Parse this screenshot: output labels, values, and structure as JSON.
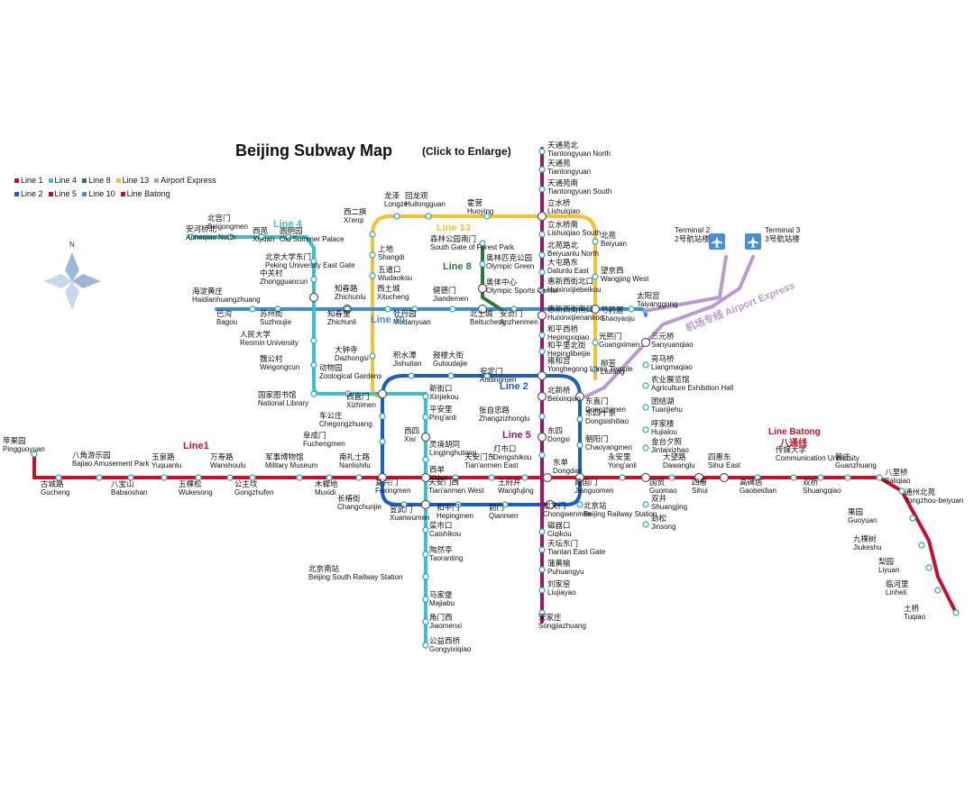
{
  "title": "Beijing Subway Map",
  "enlarge": "(Click to Enlarge)",
  "colors": {
    "line1": "#c8102e",
    "line2": "#1a5fc6",
    "line4": "#3bc1c7",
    "line5": "#a3136e",
    "line8": "#2b7a3a",
    "line10": "#3b8fe0",
    "line13": "#f2c230",
    "airport": "#b89ad3",
    "batong": "#c8102e"
  },
  "legend": {
    "row1": [
      {
        "label": "Line 1",
        "color": "#c8102e"
      },
      {
        "label": "Line 4",
        "color": "#3bc1c7"
      },
      {
        "label": "Line 8",
        "color": "#2b7a3a"
      },
      {
        "label": "Line 13",
        "color": "#f2c230"
      },
      {
        "label": "Airport Express",
        "color": "#b89ad3"
      }
    ],
    "row2": [
      {
        "label": "Line 2",
        "color": "#1a5fc6"
      },
      {
        "label": "Line 5",
        "color": "#a3136e"
      },
      {
        "label": "Line 10",
        "color": "#3b8fe0"
      },
      {
        "label": "Line Batong",
        "color": "#c8102e"
      }
    ]
  },
  "line_labels": [
    {
      "id": "l4",
      "text": "Line 4",
      "color": "#3bc1c7"
    },
    {
      "id": "l13",
      "text": "Line 13",
      "color": "#f2c230"
    },
    {
      "id": "l8",
      "text": "Line 8",
      "color": "#2b7a3a"
    },
    {
      "id": "l10",
      "text": "Line 10",
      "color": "#3b8fe0"
    },
    {
      "id": "l2",
      "text": "Line 2",
      "color": "#1a5fc6"
    },
    {
      "id": "l5",
      "text": "Line 5",
      "color": "#a3136e"
    },
    {
      "id": "l1",
      "text": "Line1",
      "color": "#c8102e"
    },
    {
      "id": "lb",
      "text": "Line Batong",
      "color": "#c8102e"
    },
    {
      "id": "lbz",
      "text": "八通线",
      "color": "#c8102e"
    },
    {
      "id": "lae",
      "text": "机场专线  Airport Express",
      "color": "#b89ad3"
    }
  ],
  "compass": "N",
  "terminals": [
    {
      "en": "Terminal 2",
      "zh": "2号航站楼"
    },
    {
      "en": "Terminal 3",
      "zh": "3号航站楼"
    }
  ],
  "stations": [
    {
      "en": "Pingguoyuan",
      "zh": "苹果园"
    },
    {
      "en": "Gucheng",
      "zh": "古城路"
    },
    {
      "en": "Bajiao Amusement Park",
      "zh": "八角游乐园"
    },
    {
      "en": "Babaoshan",
      "zh": "八宝山"
    },
    {
      "en": "Yuquanlu",
      "zh": "玉泉路"
    },
    {
      "en": "Wukesong",
      "zh": "五棵松"
    },
    {
      "en": "Wanshoulu",
      "zh": "万寿路"
    },
    {
      "en": "Gongzhufen",
      "zh": "公主坟"
    },
    {
      "en": "Military Museum",
      "zh": "军事博物馆"
    },
    {
      "en": "Muxidi",
      "zh": "木樨地"
    },
    {
      "en": "Nanlishilu",
      "zh": "南礼士路"
    },
    {
      "en": "Fuxingmen",
      "zh": "复兴门"
    },
    {
      "en": "Xidan",
      "zh": "西单"
    },
    {
      "en": "Tian'anmen West",
      "zh": "天安门西"
    },
    {
      "en": "Tian'anmen East",
      "zh": "天安门东"
    },
    {
      "en": "Wangfujing",
      "zh": "王府井"
    },
    {
      "en": "Dongdan",
      "zh": "东单"
    },
    {
      "en": "Jianguomen",
      "zh": "建国门"
    },
    {
      "en": "Yong'anli",
      "zh": "永安里"
    },
    {
      "en": "Guomao",
      "zh": "国贸"
    },
    {
      "en": "Dawanglu",
      "zh": "大望路"
    },
    {
      "en": "Sihui",
      "zh": "四惠"
    },
    {
      "en": "Sihui East",
      "zh": "四惠东"
    },
    {
      "en": "Gaobeidian",
      "zh": "高碑店"
    },
    {
      "en": "Communication University",
      "zh": "传媒大学"
    },
    {
      "en": "Shuangqiao",
      "zh": "双桥"
    },
    {
      "en": "Guanzhuang",
      "zh": "管庄"
    },
    {
      "en": "Baliqiao",
      "zh": "八里桥"
    },
    {
      "en": "Tongzhou-beiyuan",
      "zh": "通州北苑"
    },
    {
      "en": "Guoyuan",
      "zh": "果园"
    },
    {
      "en": "Jiukeshu",
      "zh": "九棵树"
    },
    {
      "en": "Liyuan",
      "zh": "梨园"
    },
    {
      "en": "Linheli",
      "zh": "临河里"
    },
    {
      "en": "Tuqiao",
      "zh": "土桥"
    },
    {
      "en": "Anheqiao North",
      "zh": "安河桥北"
    },
    {
      "en": "Beigongmen",
      "zh": "北宫门"
    },
    {
      "en": "Xiyuan",
      "zh": "西苑"
    },
    {
      "en": "Old Summer Palace",
      "zh": "圆明园"
    },
    {
      "en": "Peking University East Gate",
      "zh": "北京大学东门"
    },
    {
      "en": "Zhongguancun",
      "zh": "中关村"
    },
    {
      "en": "Haidianhuangzhuang",
      "zh": "海淀黄庄"
    },
    {
      "en": "Renmin University",
      "zh": "人民大学"
    },
    {
      "en": "Weigongcun",
      "zh": "魏公村"
    },
    {
      "en": "National Library",
      "zh": "国家图书馆"
    },
    {
      "en": "Zoological Gardens",
      "zh": "动物园"
    },
    {
      "en": "Xizhimen",
      "zh": "西直门"
    },
    {
      "en": "Chegongzhuang",
      "zh": "车公庄"
    },
    {
      "en": "Fuchengmen",
      "zh": "阜成门"
    },
    {
      "en": "Xinjiekou",
      "zh": "新街口"
    },
    {
      "en": "Ping'anli",
      "zh": "平安里"
    },
    {
      "en": "Xisi",
      "zh": "西四"
    },
    {
      "en": "Lingjinghutong",
      "zh": "灵境胡同"
    },
    {
      "en": "Xuanwumen",
      "zh": "宣武门"
    },
    {
      "en": "Caishikou",
      "zh": "菜市口"
    },
    {
      "en": "Taoranting",
      "zh": "陶然亭"
    },
    {
      "en": "Beijing South Railway Station",
      "zh": "北京南站"
    },
    {
      "en": "Majiabu",
      "zh": "马家堡"
    },
    {
      "en": "Jiaomenxi",
      "zh": "角门西"
    },
    {
      "en": "Gongyixiqiao",
      "zh": "公益西桥"
    },
    {
      "en": "Changchunjie",
      "zh": "长椿街"
    },
    {
      "en": "Hepingmen",
      "zh": "和平门"
    },
    {
      "en": "Qianmen",
      "zh": "前门"
    },
    {
      "en": "Chongwenmen",
      "zh": "崇文门"
    },
    {
      "en": "Beijing Railway Station",
      "zh": "北京站"
    },
    {
      "en": "Tiantongyuan North",
      "zh": "天通苑北"
    },
    {
      "en": "Tiantongyuan",
      "zh": "天通苑"
    },
    {
      "en": "Tiantongyuan South",
      "zh": "天通苑南"
    },
    {
      "en": "Lishuiqiao",
      "zh": "立水桥"
    },
    {
      "en": "Lishuiqiao South",
      "zh": "立水桥南"
    },
    {
      "en": "Beiyuanlu North",
      "zh": "北苑路北"
    },
    {
      "en": "Datunlu East",
      "zh": "大屯路东"
    },
    {
      "en": "Huixinxijiebeikou",
      "zh": "惠新西街北口"
    },
    {
      "en": "Huixinxijienankou",
      "zh": "惠新西街南口"
    },
    {
      "en": "Hepingxiqiao",
      "zh": "和平西桥"
    },
    {
      "en": "Hepinglibeijie",
      "zh": "和平里北街"
    },
    {
      "en": "Yonghegong Lama Temple",
      "zh": "雍和宫"
    },
    {
      "en": "Beixinqiao",
      "zh": "北新桥"
    },
    {
      "en": "Zhangzizhonglu",
      "zh": "张自忠路"
    },
    {
      "en": "Dongsi",
      "zh": "东四"
    },
    {
      "en": "Dengshikou",
      "zh": "灯市口"
    },
    {
      "en": "Ciqikou",
      "zh": "磁器口"
    },
    {
      "en": "Tiantan East Gate",
      "zh": "天坛东门"
    },
    {
      "en": "Puhuangyu",
      "zh": "蒲黄榆"
    },
    {
      "en": "Liujiayao",
      "zh": "刘家窑"
    },
    {
      "en": "Songjiazhuang",
      "zh": "宋家庄"
    },
    {
      "en": "Beiyuan",
      "zh": "北苑"
    },
    {
      "en": "Wangjing West",
      "zh": "望京西"
    },
    {
      "en": "Shaoyaoju",
      "zh": "芍药居"
    },
    {
      "en": "Guangximen",
      "zh": "光熙门"
    },
    {
      "en": "Liufang",
      "zh": "柳芳"
    },
    {
      "en": "Dongzhimen",
      "zh": "东直门"
    },
    {
      "en": "Dongsishitiao",
      "zh": "东四十条"
    },
    {
      "en": "Chaoyangmen",
      "zh": "朝阳门"
    },
    {
      "en": "Taiyanggong",
      "zh": "太阳宫"
    },
    {
      "en": "Sanyuanqiao",
      "zh": "三元桥"
    },
    {
      "en": "Liangmaqiao",
      "zh": "亮马桥"
    },
    {
      "en": "Agriculture Exhibition Hall",
      "zh": "农业展览馆"
    },
    {
      "en": "Tuanjiehu",
      "zh": "团结湖"
    },
    {
      "en": "Hujialou",
      "zh": "呼家楼"
    },
    {
      "en": "Jintaixizhao",
      "zh": "金台夕照"
    },
    {
      "en": "Shuangjing",
      "zh": "双井"
    },
    {
      "en": "Jinsong",
      "zh": "劲松"
    },
    {
      "en": "Xi'erqi",
      "zh": "西二旗"
    },
    {
      "en": "Longze",
      "zh": "龙泽"
    },
    {
      "en": "Huilongguan",
      "zh": "回龙观"
    },
    {
      "en": "Huoying",
      "zh": "霍营"
    },
    {
      "en": "Shangdi",
      "zh": "上地"
    },
    {
      "en": "Wudaokou",
      "zh": "五道口"
    },
    {
      "en": "Zhichunlu",
      "zh": "知春路"
    },
    {
      "en": "Dazhongsi",
      "zh": "大钟寺"
    },
    {
      "en": "South Gate of Forest Park",
      "zh": "森林公园南门"
    },
    {
      "en": "Olympic Green",
      "zh": "奥林匹克公园"
    },
    {
      "en": "Olympic Sports Center",
      "zh": "奥体中心"
    },
    {
      "en": "Xitucheng",
      "zh": "西土城"
    },
    {
      "en": "Jiandemen",
      "zh": "健德门"
    },
    {
      "en": "Beitucheng",
      "zh": "北土城"
    },
    {
      "en": "Anzhenmen",
      "zh": "安贞门"
    },
    {
      "en": "Mudanyuan",
      "zh": "牡丹园"
    },
    {
      "en": "Zhichunli",
      "zh": "知春里"
    },
    {
      "en": "Suzhoujie",
      "zh": "苏州街"
    },
    {
      "en": "Bagou",
      "zh": "巴沟"
    },
    {
      "en": "Jishuitan",
      "zh": "积水潭"
    },
    {
      "en": "Guloudajie",
      "zh": "鼓楼大街"
    },
    {
      "en": "Andingmen",
      "zh": "安定门"
    }
  ]
}
